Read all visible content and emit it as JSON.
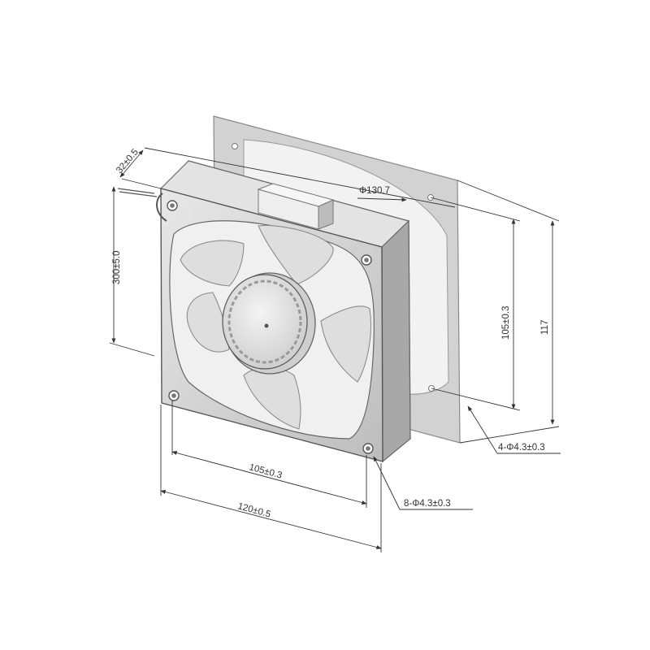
{
  "dimensions": {
    "depth": "32±0.5",
    "cable_length": "300±5.0",
    "gasket_diameter": "Φ130.7",
    "rear_hole_spacing_vertical": "105±0.3",
    "rear_height": "117",
    "rear_holes": "4-Φ4.3±0.3",
    "front_hole_spacing": "105±0.3",
    "front_width": "120±0.5",
    "front_holes": "8-Φ4.3±0.3"
  },
  "colors": {
    "frame": "#d8d8d8",
    "frame_dark": "#a9a9a9",
    "gasket": "#cfcfcf",
    "blade": "#dcdcdc",
    "hub": "#e6e6e6",
    "line": "#333333"
  }
}
